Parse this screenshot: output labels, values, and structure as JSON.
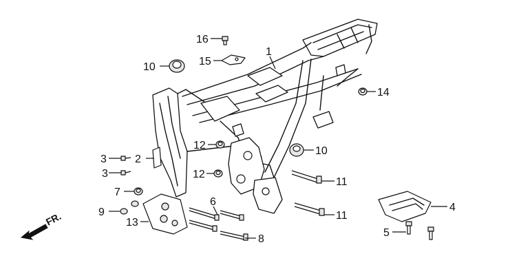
{
  "diagram": {
    "direction_label": "FR.",
    "callouts": [
      "1",
      "2",
      "3",
      "3",
      "4",
      "5",
      "6",
      "7",
      "8",
      "9",
      "10",
      "10",
      "11",
      "11",
      "12",
      "12",
      "13",
      "14",
      "15",
      "16"
    ]
  }
}
